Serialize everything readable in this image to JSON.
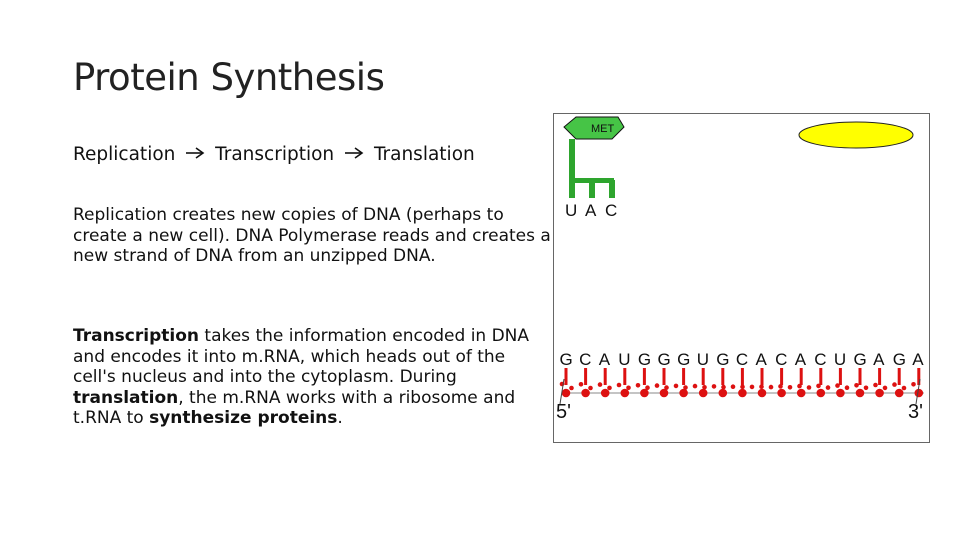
{
  "slide": {
    "title": "Protein Synthesis",
    "flow": {
      "step1": "Replication",
      "step2": "Transcription",
      "step3": "Translation",
      "arrow_icon": "right-arrow"
    },
    "para1": "Replication creates new copies of DNA (perhaps to create a new cell). DNA Polymerase reads and creates a new strand of DNA from an unzipped DNA.",
    "para2": {
      "t1": "Transcription",
      "t2": " takes the information encoded in DNA and encodes it into m.RNA, which heads out of the cell's nucleus and into the cytoplasm. During ",
      "t3": "translation",
      "t4": ", the m.RNA works with a ribosome and t.RNA to ",
      "t5": "synthesize proteins",
      "t6": "."
    }
  },
  "animation": {
    "trna_label": "MET",
    "anticodon": [
      "U",
      "A",
      "C"
    ],
    "mrna_bases": [
      "G",
      "C",
      "A",
      "U",
      "G",
      "G",
      "G",
      "U",
      "G",
      "C",
      "A",
      "C",
      "A",
      "C",
      "U",
      "G",
      "A",
      "G",
      "A"
    ],
    "end_5": "5'",
    "end_3": "3'",
    "colors": {
      "trna": "#2ea52e",
      "trna_head": "#46c446",
      "ribosome": "#ffff00",
      "mrna": "#dd1111",
      "border": "#666666"
    }
  }
}
